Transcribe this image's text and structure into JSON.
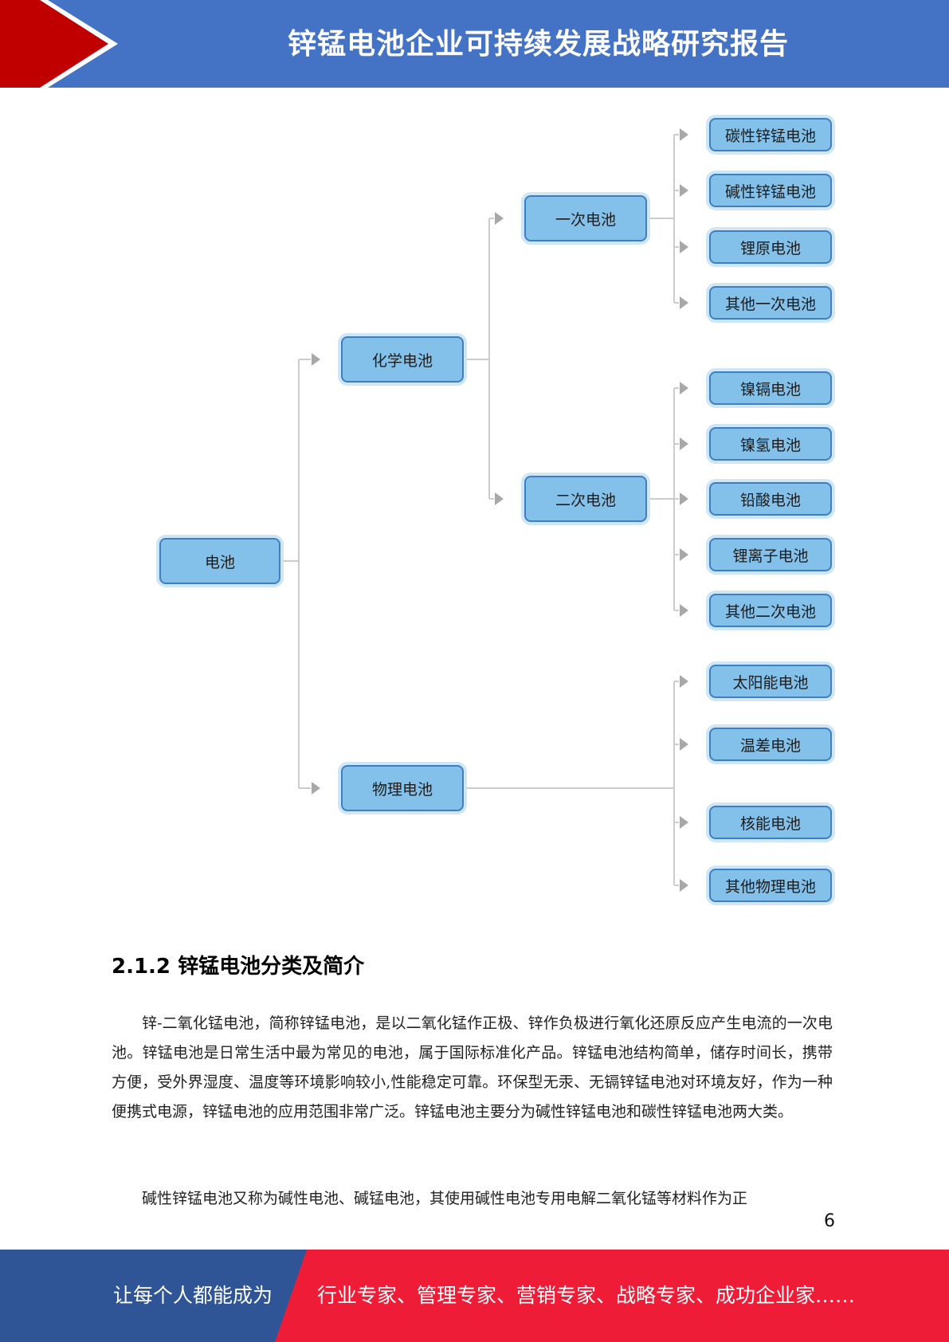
{
  "header": {
    "title": "锌锰电池企业可持续发展战略研究报告",
    "colors": {
      "band": "#4472c4",
      "chevron": "#c00000",
      "chevron_outline": "#ffffff"
    }
  },
  "diagram": {
    "root": "电池",
    "chemical": "化学电池",
    "physical": "物理电池",
    "primary": "一次电池",
    "secondary": "二次电池",
    "primary_items": [
      "碳性锌锰电池",
      "碱性锌锰电池",
      "锂原电池",
      "其他一次电池"
    ],
    "secondary_items": [
      "镍镉电池",
      "镍氢电池",
      "铅酸电池",
      "锂离子电池",
      "其他二次电池"
    ],
    "physical_items": [
      "太阳能电池",
      "温差电池",
      "核能电池",
      "其他物理电池"
    ],
    "colors": {
      "node_fill": "#84c1ea",
      "node_border": "#3e7fbf",
      "connector": "#cccccc"
    }
  },
  "section": {
    "heading": "2.1.2 锌锰电池分类及简介"
  },
  "paragraphs": [
    "锌-二氧化锰电池，简称锌锰电池，是以二氧化锰作正极、锌作负极进行氧化还原反应产生电流的一次电池。锌锰电池是日常生活中最为常见的电池，属于国际标准化产品。锌锰电池结构简单，储存时间长，携带方便，受外界湿度、温度等环境影响较小,性能稳定可靠。环保型无汞、无镉锌锰电池对环境友好，作为一种便携式电源，锌锰电池的应用范围非常广泛。锌锰电池主要分为碱性锌锰电池和碳性锌锰电池两大类。",
    "碱性锌锰电池又称为碱性电池、碱锰电池，其使用碱性电池专用电解二氧化锰等材料作为正"
  ],
  "page_number": "6",
  "footer": {
    "left_text": "让每个人都能成为",
    "right_text": "行业专家、管理专家、营销专家、战略专家、成功企业家……",
    "colors": {
      "left": "#2f5597",
      "right": "#ee1c37"
    }
  }
}
